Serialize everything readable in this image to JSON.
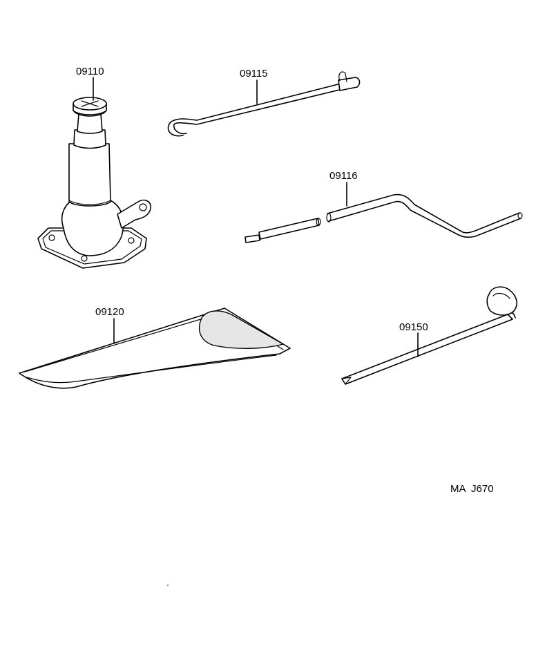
{
  "parts": [
    {
      "id": "jack",
      "number": "09110"
    },
    {
      "id": "jack-handle",
      "number": "09115"
    },
    {
      "id": "jack-handle-extension",
      "number": "09116"
    },
    {
      "id": "tool-bag",
      "number": "09120"
    },
    {
      "id": "wheel-nut-wrench",
      "number": "09150"
    }
  ],
  "diagram_code": "MA  J670"
}
